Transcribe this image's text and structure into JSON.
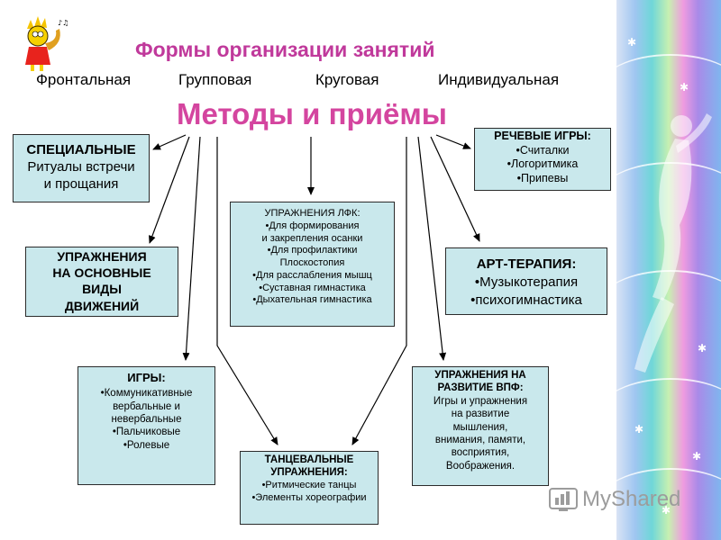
{
  "title": "Формы организации занятий",
  "forms": [
    "Фронтальная",
    "Групповая",
    "Круговая",
    "Индивидуальная"
  ],
  "methods_title": "Методы и приёмы",
  "boxes": {
    "special": {
      "head": "СПЕЦИАЛЬНЫЕ",
      "lines": [
        "Ритуалы встречи",
        "и прощания"
      ]
    },
    "basic": {
      "head_lines": [
        "УПРАЖНЕНИЯ",
        "НА ОСНОВНЫЕ",
        "ВИДЫ",
        "ДВИЖЕНИЙ"
      ]
    },
    "games": {
      "head": "ИГРЫ:",
      "lines": [
        "•Коммуникативные",
        "вербальные и",
        "невербальные",
        "•Пальчиковые",
        "•Ролевые"
      ]
    },
    "lfk": {
      "head": "УПРАЖНЕНИЯ ЛФК:",
      "lines": [
        "•Для формирования",
        "и закрепления осанки",
        "•Для профилактики",
        "Плоскостопия",
        "•Для расслабления мышц",
        "•Суставная гимнастика",
        "•Дыхательная гимнастика"
      ]
    },
    "dance": {
      "head_lines": [
        "ТАНЦЕВАЛЬНЫЕ",
        "УПРАЖНЕНИЯ:"
      ],
      "lines": [
        "•Ритмические танцы",
        "•Элементы хореографии"
      ]
    },
    "speech": {
      "head": "РЕЧЕВЫЕ ИГРЫ:",
      "lines": [
        "•Считалки",
        "•Логоритмика",
        "•Припевы"
      ]
    },
    "art": {
      "head": "АРТ-ТЕРАПИЯ:",
      "lines": [
        "•Музыкотерапия",
        "•психогимнастика"
      ]
    },
    "vpf": {
      "head_lines": [
        "УПРАЖНЕНИЯ НА",
        "РАЗВИТИЕ ВПФ:"
      ],
      "lines": [
        "Игры и упражнения",
        "на развитие",
        "мышления,",
        "внимания, памяти,",
        "восприятия,",
        "Воображения."
      ]
    }
  },
  "logo": {
    "text": "MyShared"
  },
  "colors": {
    "title": "#c0399b",
    "methods": "#d4459f",
    "box_fill": "#c9e8ec",
    "box_border": "#2b2b2b"
  }
}
